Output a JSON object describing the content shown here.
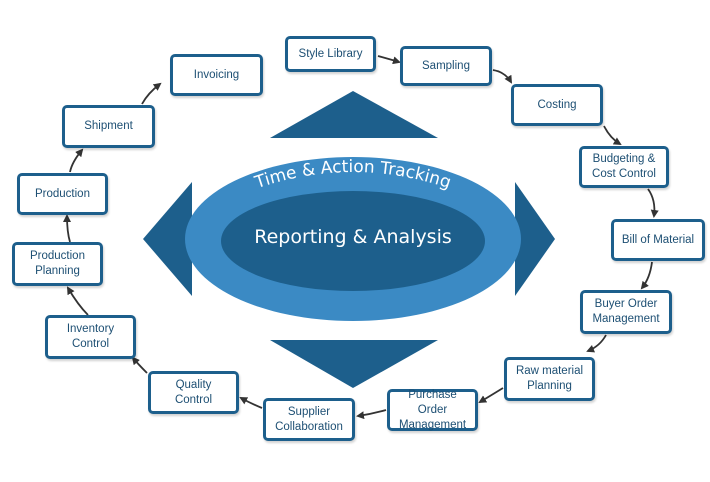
{
  "diagram": {
    "outer_label": "Time & Action Tracking",
    "inner_label": "Reporting & Analysis",
    "colors": {
      "box_border": "#1d5f8c",
      "box_text": "#1d4f73",
      "outer_ellipse": "#3b8ac4",
      "inner_ellipse": "#1d5f8c",
      "triangle": "#1d5f8c",
      "arrow": "#333333"
    },
    "steps": [
      "Style Library",
      "Sampling",
      "Costing",
      "Budgeting &\nCost Control",
      "Bill of Material",
      "Buyer Order\nManagement",
      "Raw material\nPlanning",
      "Purchase Order\nManagement",
      "Supplier\nCollaboration",
      "Quality\nControl",
      "Inventory\nControl",
      "Production\nPlanning",
      "Production",
      "Shipment",
      "Invoicing"
    ]
  }
}
